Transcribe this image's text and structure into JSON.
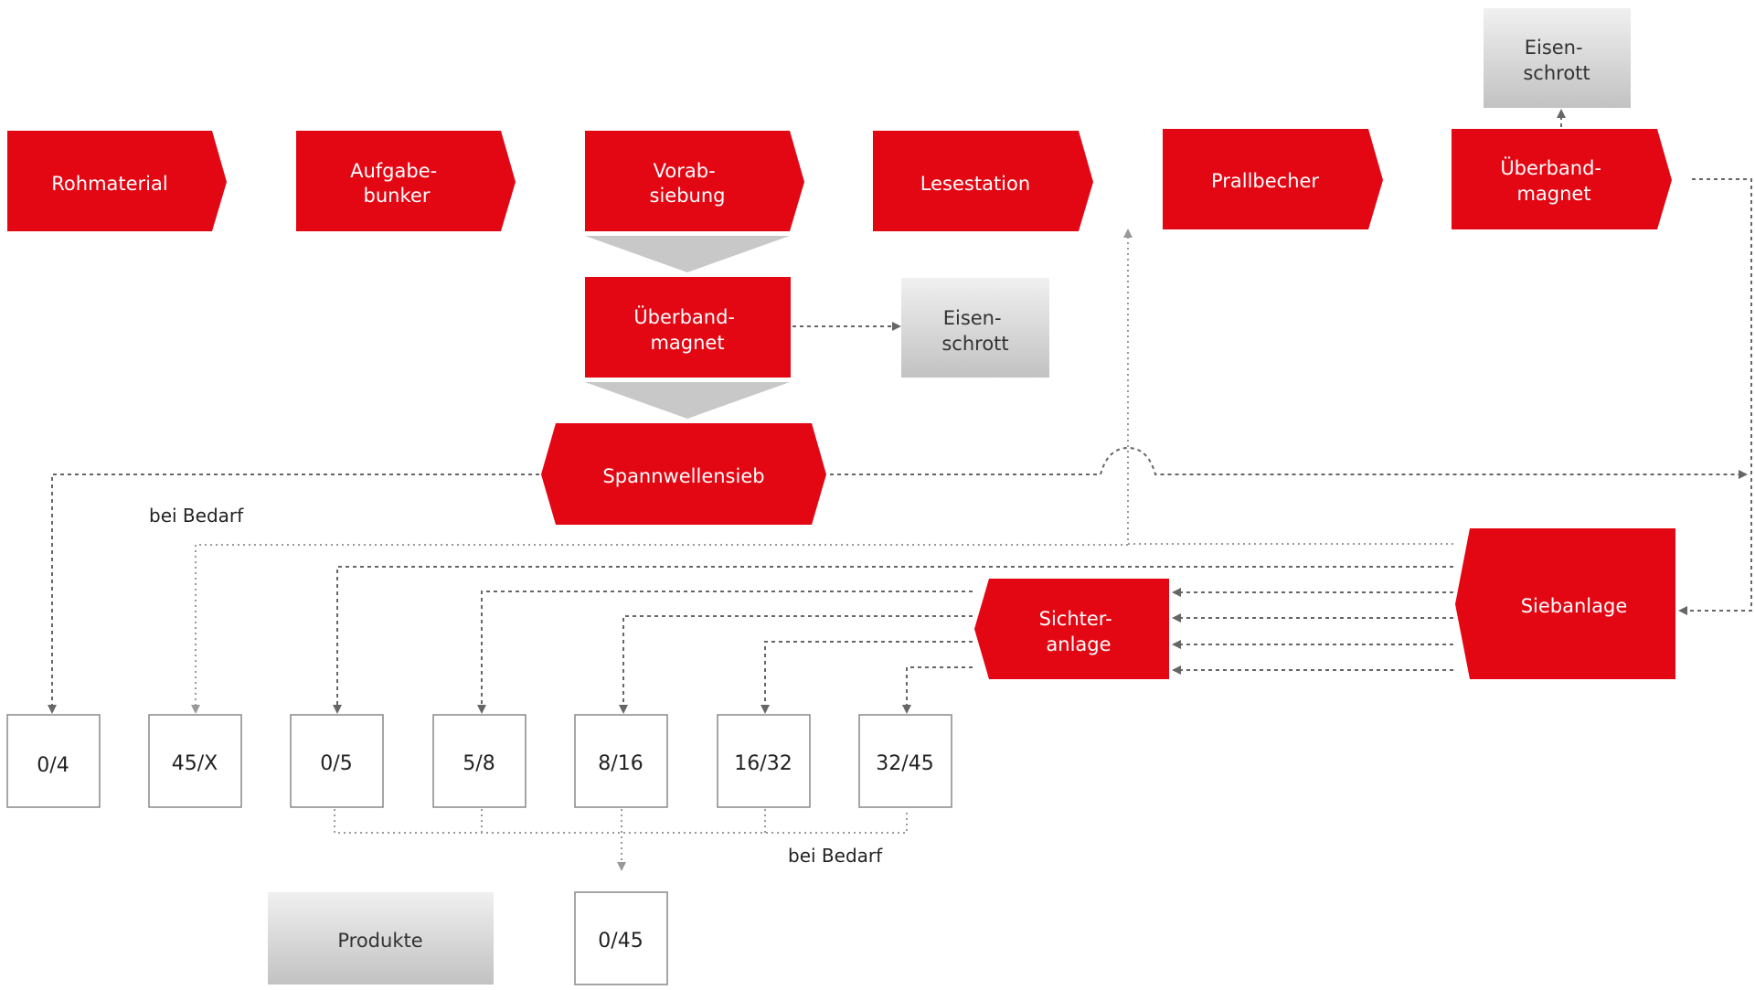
{
  "colors": {
    "red": "#e30613",
    "arrow": "#666666",
    "dotted": "#999999",
    "gray_top": "#f0f0f0",
    "gray_bottom": "#c2c2c2",
    "box_border": "#888888"
  },
  "process": {
    "rohmaterial": [
      "Rohmaterial"
    ],
    "aufgabebunker": [
      "Aufgabe-",
      "bunker"
    ],
    "vorabsiebung": [
      "Vorab-",
      "siebung"
    ],
    "lesestation": [
      "Lesestation"
    ],
    "prallbecher": [
      "Prallbecher"
    ],
    "ueberbandmagnet_top": [
      "Überband-",
      "magnet"
    ],
    "ueberbandmagnet_mid": [
      "Überband-",
      "magnet"
    ],
    "spannwellensieb": [
      "Spannwellensieb"
    ],
    "sichteranlage": [
      "Sichter-",
      "anlage"
    ],
    "siebanlage": [
      "Siebanlage"
    ]
  },
  "scrap": {
    "top": [
      "Eisen-",
      "schrott"
    ],
    "mid": [
      "Eisen-",
      "schrott"
    ]
  },
  "products": [
    "0/4",
    "45/X",
    "0/5",
    "5/8",
    "8/16",
    "16/32",
    "32/45"
  ],
  "mix_product": "0/45",
  "legend": {
    "produkte": "Produkte"
  },
  "notes": {
    "bedarf_top": "bei Bedarf",
    "bedarf_bottom": "bei Bedarf"
  }
}
